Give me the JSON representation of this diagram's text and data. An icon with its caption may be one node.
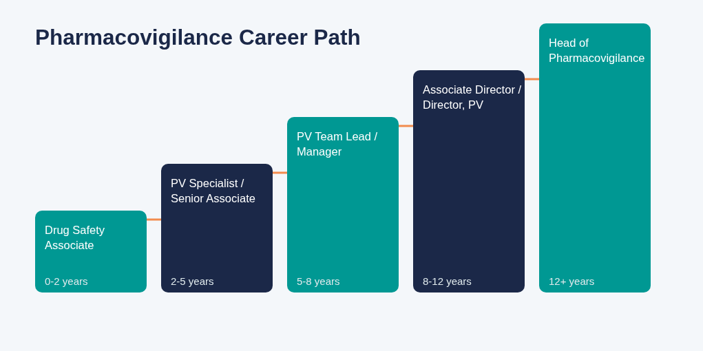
{
  "diagram": {
    "title": "Pharmacovigilance Career Path",
    "nodes": [
      {
        "text": [
          "Drug Safety Associate",
          "0-2 years"
        ]
      },
      {
        "text": [
          "PV Specialist / Senior Associate",
          "2-5 years"
        ]
      },
      {
        "text": [
          "PV Team Lead / Manager",
          "5-8 years"
        ]
      },
      {
        "text": [
          "Associate Director / Director, PV",
          "8-12 years"
        ]
      },
      {
        "text": [
          "Head of Pharmacovigilance",
          "12+ years"
        ]
      }
    ],
    "edges": [
      {
        "from": 0,
        "to": 1,
        "arrow": "none"
      },
      {
        "from": 1,
        "to": 2,
        "arrow": "none"
      },
      {
        "from": 2,
        "to": 3,
        "arrow": "none"
      },
      {
        "from": 3,
        "to": 4,
        "arrow": "none"
      }
    ]
  }
}
